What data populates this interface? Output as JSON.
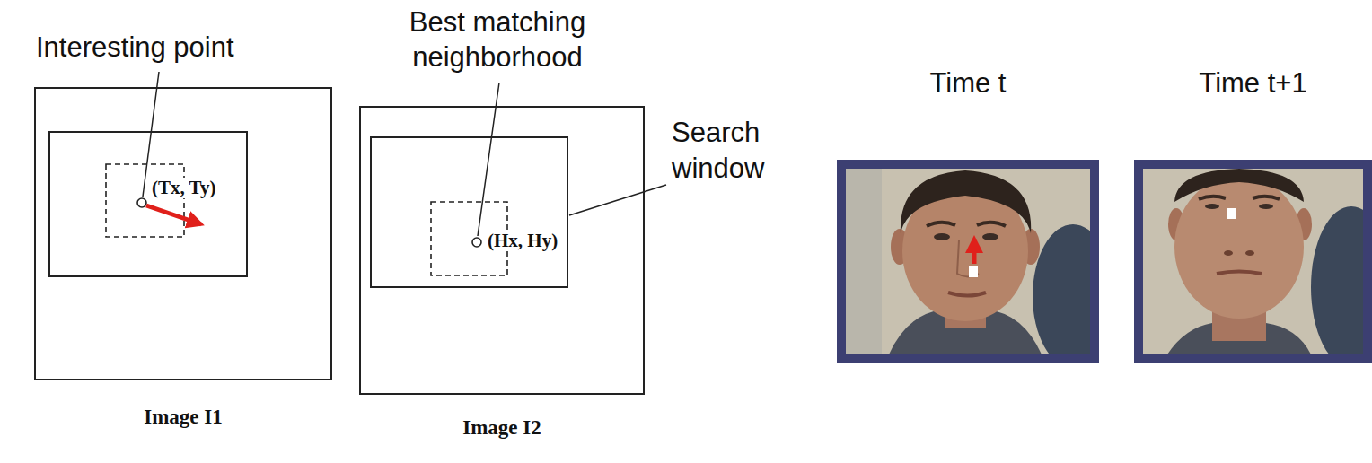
{
  "diagram": {
    "nodes": [
      {
        "text": [
          "Image I1"
        ]
      },
      {
        "text": [
          "Image I2"
        ]
      },
      {
        "text": [
          "Time t"
        ]
      },
      {
        "text": [
          "Time t+1"
        ]
      }
    ],
    "labels": [
      "Interesting point",
      "(Tx, Ty)",
      "Best matching neighborhood",
      "(Hx, Hy)",
      "Search window"
    ]
  }
}
